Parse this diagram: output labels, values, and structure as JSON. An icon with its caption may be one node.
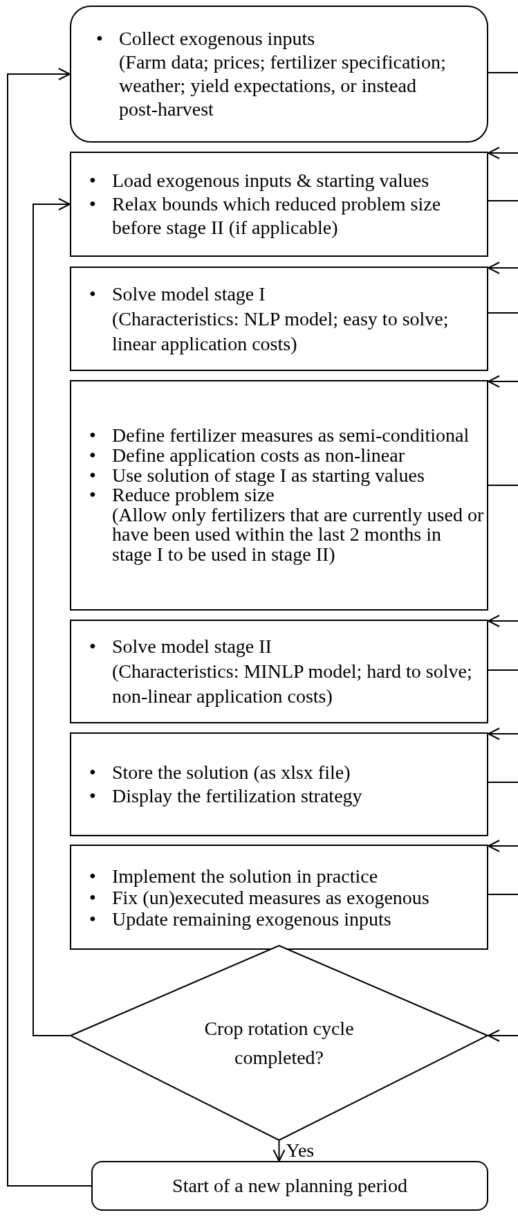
{
  "diagram": {
    "nodes": [
      {
        "text": [
          "• Collect exogenous inputs",
          "(Farm data; prices; fertilizer specification; weather; yield expectations, or instead post-harvest"
        ]
      },
      {
        "text": [
          "• Load exogenous inputs & starting values",
          "• Relax bounds which reduced problem size before stage II (if applicable)"
        ]
      },
      {
        "text": [
          "• Solve model stage I",
          "(Characteristics: NLP model; easy to solve; linear application costs)"
        ]
      },
      {
        "text": [
          "• Define fertilizer measures as semi-conditional",
          "• Define application costs as non-linear",
          "• Use solution of stage I as starting values",
          "• Reduce problem size",
          "(Allow only fertilizers that are currently used or have been used within the last 2 months in stage I to be used in stage II)"
        ]
      },
      {
        "text": [
          "• Solve model stage II",
          "(Characteristics: MINLP model; hard to solve; non-linear application costs)"
        ]
      },
      {
        "text": [
          "• Store the solution (as xlsx file)",
          "• Display the fertilization strategy"
        ]
      },
      {
        "text": [
          "• Implement the solution in practice",
          "• Fix (un)executed measures as exogenous",
          "• Update remaining exogenous inputs"
        ]
      },
      {
        "text": [
          "Crop rotation cycle completed?"
        ]
      },
      {
        "text": [
          "Start of a new planning period"
        ]
      }
    ],
    "edges": [
      {
        "from": 0,
        "to": null,
        "arrow": "none"
      },
      {
        "from": null,
        "to": 1,
        "arrow": "to"
      },
      {
        "from": 1,
        "to": null,
        "arrow": "none"
      },
      {
        "from": null,
        "to": 2,
        "arrow": "to"
      },
      {
        "from": 2,
        "to": null,
        "arrow": "none"
      },
      {
        "from": null,
        "to": 3,
        "arrow": "to"
      },
      {
        "from": 3,
        "to": null,
        "arrow": "none"
      },
      {
        "from": null,
        "to": 4,
        "arrow": "to"
      },
      {
        "from": 4,
        "to": null,
        "arrow": "none"
      },
      {
        "from": null,
        "to": 5,
        "arrow": "to"
      },
      {
        "from": 5,
        "to": null,
        "arrow": "none"
      },
      {
        "from": null,
        "to": 6,
        "arrow": "to"
      },
      {
        "from": 6,
        "to": null,
        "arrow": "none"
      },
      {
        "from": null,
        "to": 7,
        "arrow": "to"
      },
      {
        "from": 7,
        "to": 8,
        "arrow": "to",
        "label": "Yes"
      },
      {
        "from": 7,
        "to": 1,
        "arrow": "to"
      },
      {
        "from": 8,
        "to": 0,
        "arrow": "to"
      }
    ]
  }
}
